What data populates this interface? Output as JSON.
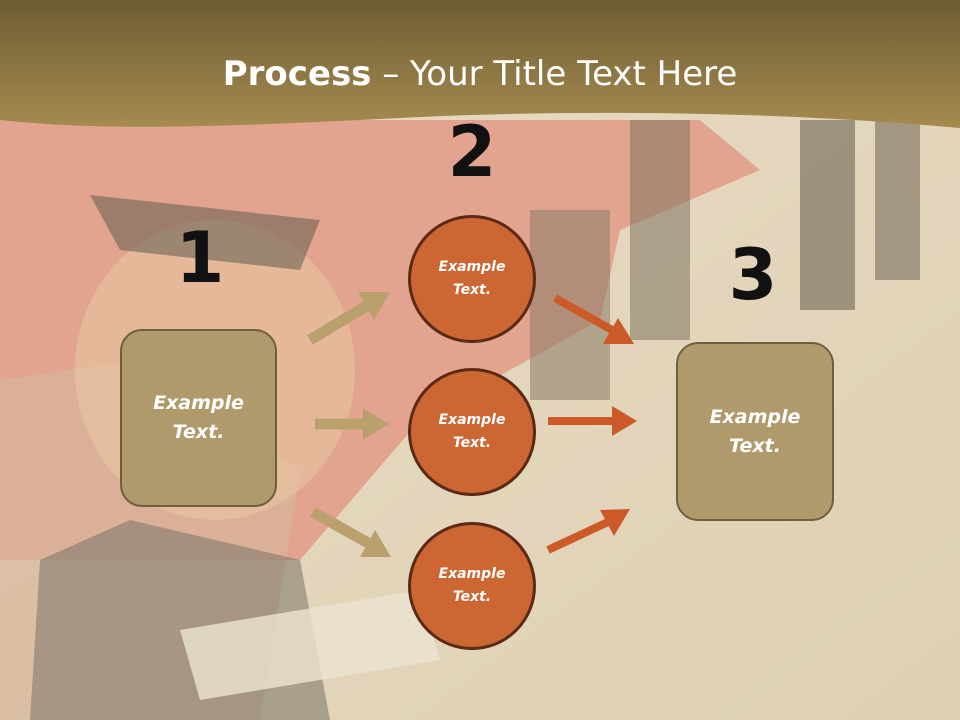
{
  "title": {
    "bold": "Process",
    "rest": " – Your Title Text Here"
  },
  "steps": {
    "one": "1",
    "two": "2",
    "three": "3"
  },
  "left_box": {
    "line1": "Example",
    "line2": "Text."
  },
  "right_box": {
    "line1": "Example",
    "line2": "Text."
  },
  "circles": [
    {
      "line1": "Example",
      "line2": "Text."
    },
    {
      "line1": "Example",
      "line2": "Text."
    },
    {
      "line1": "Example",
      "line2": "Text."
    }
  ],
  "colors": {
    "banner": "#8a7440",
    "box_fill": "#b09a6c",
    "circle_fill": "#cc6633",
    "arrow_tan": "#b9a06c",
    "arrow_orange": "#cc5a28"
  }
}
